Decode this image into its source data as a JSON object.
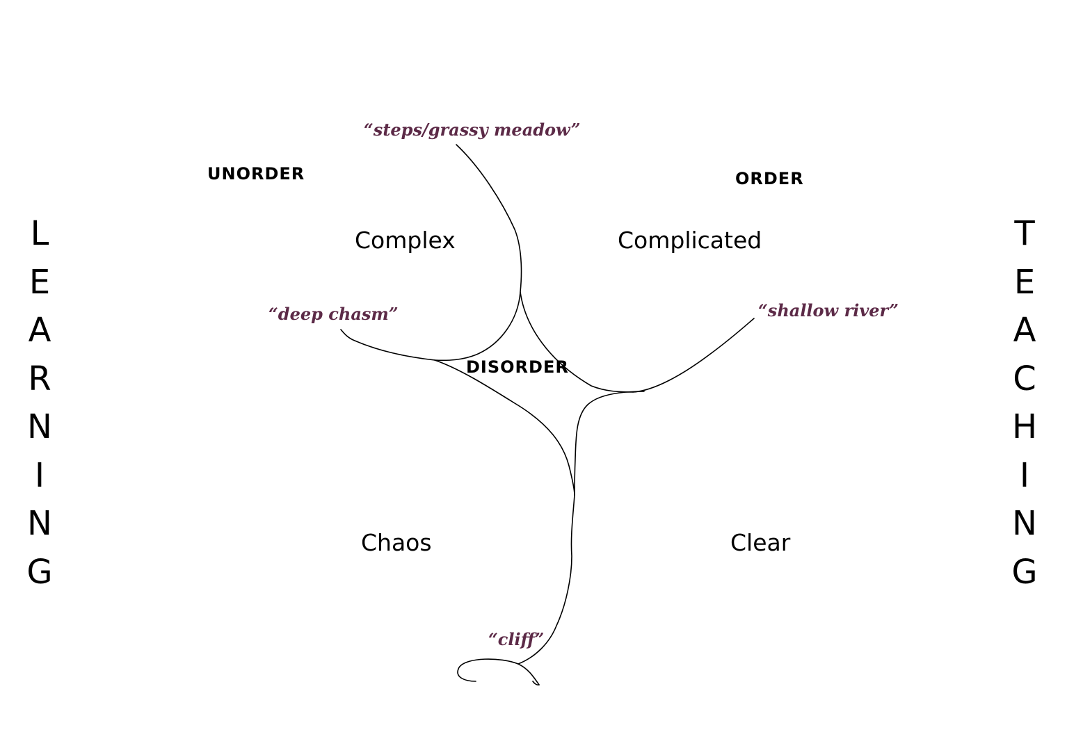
{
  "side_labels": {
    "left": "LEARNING",
    "right": "TEACHING"
  },
  "regions": {
    "unorder": "UNORDER",
    "order": "ORDER",
    "disorder": "DISORDER"
  },
  "domains": {
    "complex": "Complex",
    "complicated": "Complicated",
    "chaos": "Chaos",
    "clear": "Clear"
  },
  "metaphors": {
    "steps": "“steps/grassy meadow”",
    "deep_chasm": "“deep chasm”",
    "shallow_river": "“shallow river”",
    "cliff": "“cliff”"
  },
  "colors": {
    "metaphor_text": "#5c2a47",
    "line": "#000000"
  }
}
